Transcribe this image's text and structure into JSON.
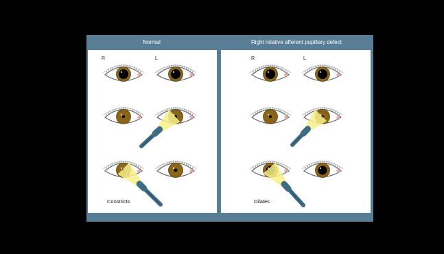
{
  "panels": {
    "left": {
      "title": "Normal",
      "caption": "Constricts",
      "right_eye_label": "R",
      "left_eye_label": "L"
    },
    "right": {
      "title": "Right relative afferent pupillary defect",
      "caption": "Dilates",
      "right_eye_label": "R",
      "left_eye_label": "L"
    }
  },
  "colors": {
    "iris": "#8a6418",
    "frame": "#5a7d96",
    "flashlight": "#3f6c85",
    "beam": "#f6f08a"
  }
}
